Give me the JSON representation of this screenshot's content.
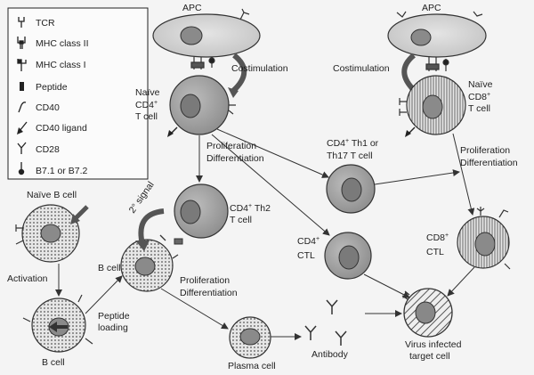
{
  "legend": {
    "tcr": "TCR",
    "mhc2": "MHC class II",
    "mhc1": "MHC class I",
    "peptide": "Peptide",
    "cd40": "CD40",
    "cd40l": "CD40 ligand",
    "cd28": "CD28",
    "b7": "B7.1 or B7.2"
  },
  "cells": {
    "apc_left": "APC",
    "apc_right": "APC",
    "costim_left": "Costimulation",
    "costim_right": "Costimulation",
    "naive_cd4": {
      "l1": "Naïve",
      "l2": "CD4",
      "l2sup": "+",
      "l3": "T cell"
    },
    "naive_cd8": {
      "l1": "Naïve",
      "l2": "CD8",
      "l2sup": "+",
      "l3": "T cell"
    },
    "prolif_center": {
      "l1": "Proliferation",
      "l2": "Differentiation"
    },
    "prolif_right": {
      "l1": "Proliferation",
      "l2": "Differentiation"
    },
    "prolif_bottom": {
      "l1": "Proliferation",
      "l2": "Differentiation"
    },
    "th1": {
      "l1": "CD4",
      "l1sup": "+",
      "l1b": " Th1 or",
      "l2": "Th17 T cell"
    },
    "th2": {
      "l1": "CD4",
      "l1sup": "+",
      "l1b": " Th2",
      "l2": "T cell"
    },
    "cd4_ctl": {
      "l1": "CD4",
      "l1sup": "+",
      "l2": "CTL"
    },
    "cd8_ctl": {
      "l1": "CD8",
      "l1sup": "+",
      "l2": "CTL"
    },
    "naive_b": "Naïve B cell",
    "b_cell_mid": "B cell",
    "b_cell_low": "B cell",
    "activation": "Activation",
    "peptide_loading": {
      "l1": "Peptide",
      "l2": "loading"
    },
    "second_signal": "2° signal",
    "plasma": "Plasma cell",
    "antibody": "Antibody",
    "virus": {
      "l1": "Virus infected",
      "l2": "target cell"
    }
  }
}
